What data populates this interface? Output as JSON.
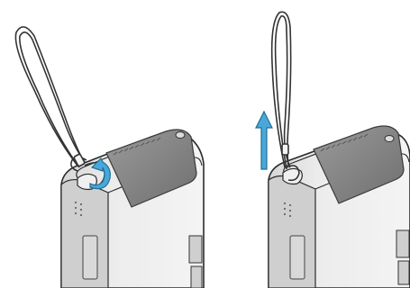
{
  "figure": {
    "panels": [
      {
        "step": "thread-strap-loop",
        "arrow": "curved-thread-arrow"
      },
      {
        "step": "pull-strap-tight",
        "arrow": "straight-up-arrow"
      }
    ]
  },
  "colors": {
    "background": "#ffffff",
    "body_fill": "#e6e6e6",
    "body_stroke": "#2b2b2b",
    "panel_fill": "#8a8a8a",
    "panel_edge": "#5e5e5e",
    "strap": "#333333",
    "arrow_fill": "#4aa8d8",
    "arrow_stroke": "#1f6e98"
  }
}
